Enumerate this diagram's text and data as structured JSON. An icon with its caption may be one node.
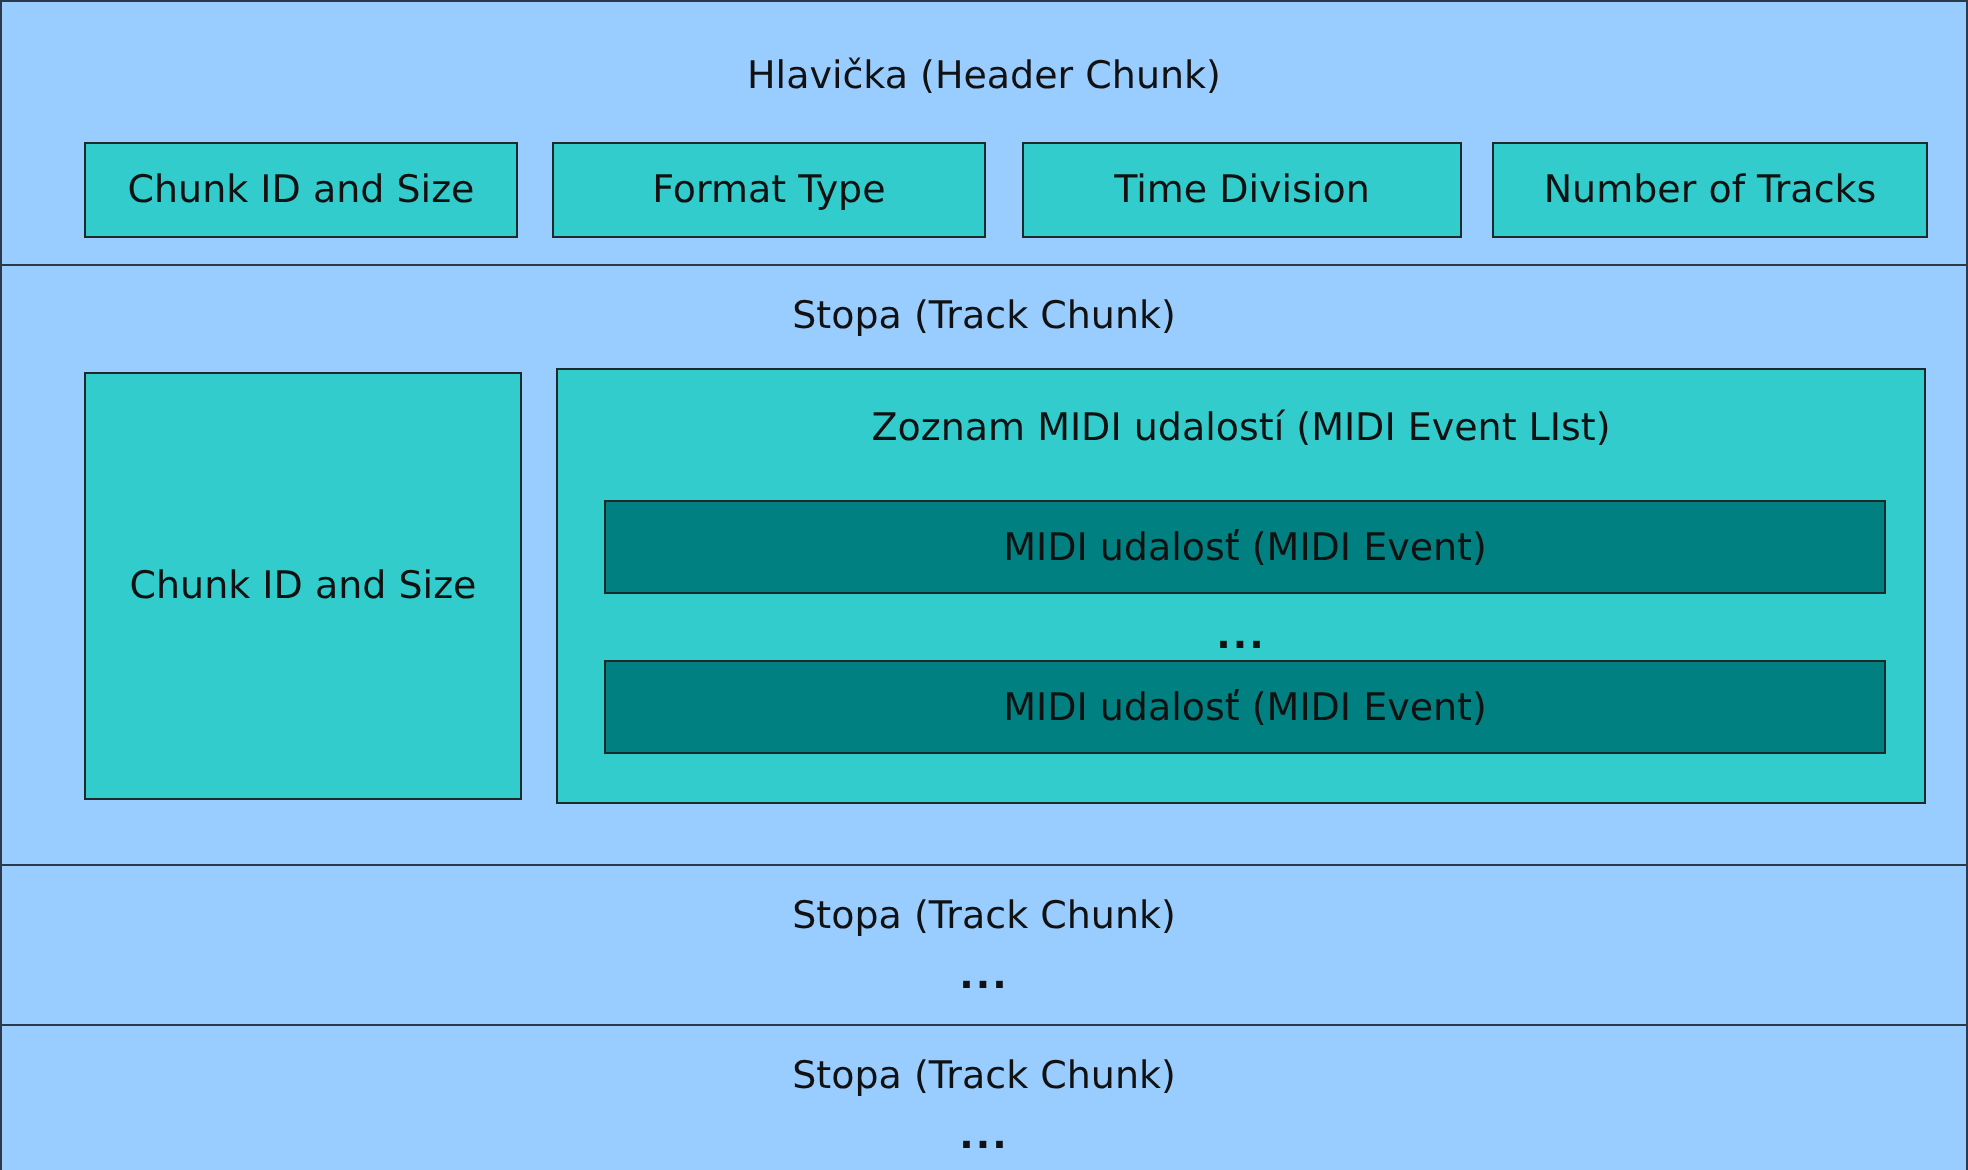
{
  "diagram": {
    "nodes": [
      {
        "text": [
          "Hlavička (Header Chunk)"
        ]
      },
      {
        "text": [
          "Chunk ID and Size"
        ],
        "in": 0
      },
      {
        "text": [
          "Format Type"
        ],
        "in": 0
      },
      {
        "text": [
          "Time Division"
        ],
        "in": 0
      },
      {
        "text": [
          "Number of Tracks"
        ],
        "in": 0
      },
      {
        "text": [
          "Stopa (Track Chunk)"
        ]
      },
      {
        "text": [
          "Chunk ID and Size"
        ],
        "in": 5
      },
      {
        "text": [
          "Zoznam MIDI udalostí (MIDI Event LIst)",
          "..."
        ],
        "in": 5
      },
      {
        "text": [
          "MIDI udalosť (MIDI Event)"
        ],
        "in": 7
      },
      {
        "text": [
          "MIDI udalosť (MIDI Event)"
        ],
        "in": 7
      },
      {
        "text": [
          "Stopa (Track Chunk)",
          "..."
        ]
      },
      {
        "text": [
          "Stopa (Track Chunk)",
          "..."
        ]
      }
    ]
  }
}
